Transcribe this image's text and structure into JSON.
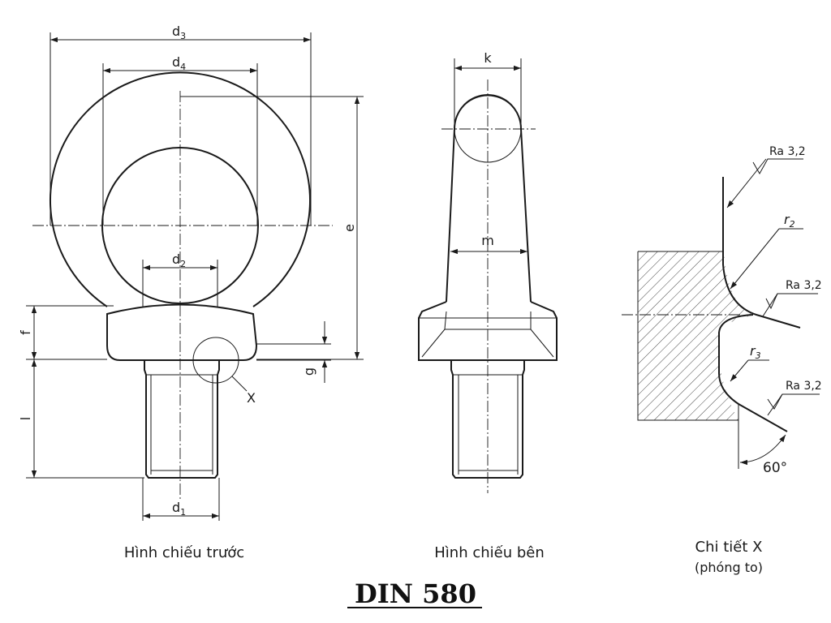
{
  "title": "DIN 580",
  "views": {
    "front": {
      "caption": "Hình chiếu trước",
      "dims": {
        "d3": "d",
        "d3_sub": "3",
        "d4": "d",
        "d4_sub": "4",
        "d2": "d",
        "d2_sub": "2",
        "d1": "d",
        "d1_sub": "1",
        "e": "e",
        "f": "f",
        "g": "g",
        "l": "l",
        "x": "X"
      }
    },
    "side": {
      "caption": "Hình chiếu bên",
      "dims": {
        "k": "k",
        "m": "m"
      }
    },
    "detail": {
      "caption": "Chi tiết X",
      "caption_note": "(phóng to)",
      "roughness": [
        "Ra 3,2",
        "Ra 3,2",
        "Ra 3,2"
      ],
      "r2": "r",
      "r2_sub": "2",
      "r3": "r",
      "r3_sub": "3",
      "angle": "60°"
    }
  }
}
